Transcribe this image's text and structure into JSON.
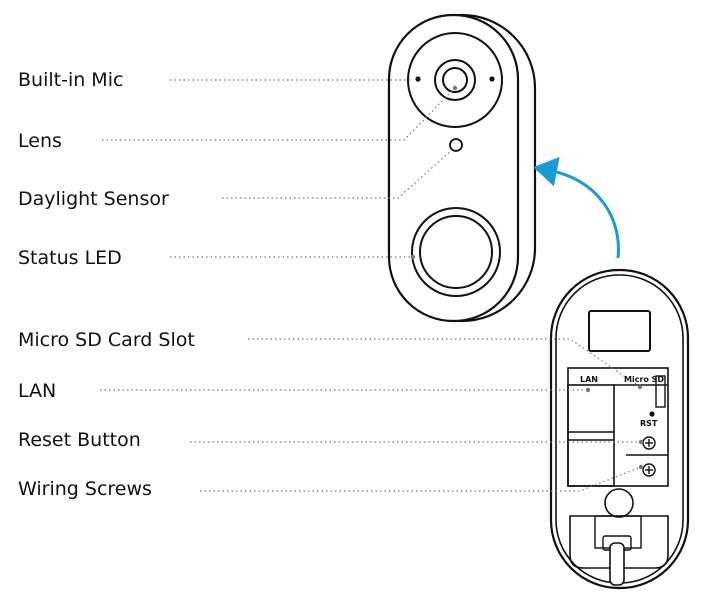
{
  "callouts": {
    "built_in_mic": "Built-in Mic",
    "lens": "Lens",
    "daylight_sensor": "Daylight Sensor",
    "status_led": "Status LED",
    "micro_sd_card_slot": "Micro SD Card Slot",
    "lan": "LAN",
    "reset_button": "Reset Button",
    "wiring_screws": "Wiring Screws"
  },
  "device_text": {
    "lan": "LAN",
    "micro_sd": "Micro SD",
    "rst": "RST"
  },
  "colors": {
    "outline": "#111111",
    "leader": "#777777",
    "arrow": "#1a9ad6"
  }
}
